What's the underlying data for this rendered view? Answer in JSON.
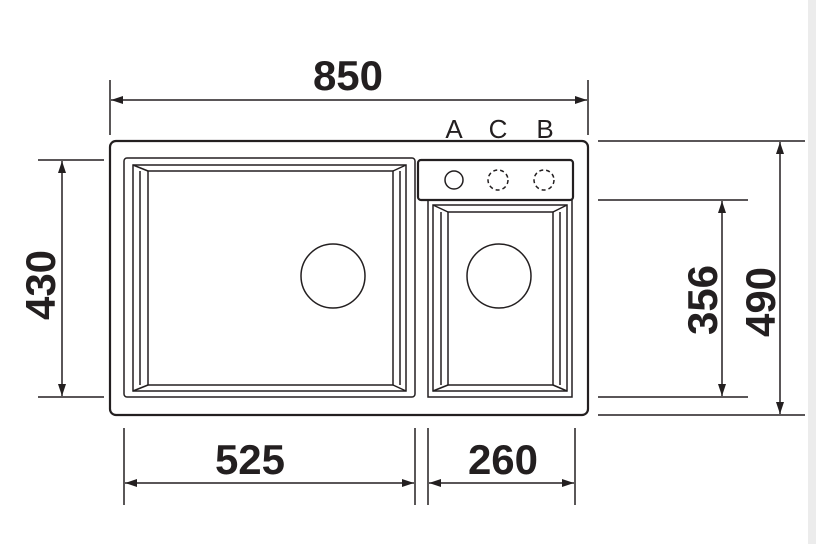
{
  "dimensions": {
    "overall_width": "850",
    "overall_depth_inner": "430",
    "small_bowl_depth": "356",
    "overall_depth": "490",
    "large_bowl_width": "525",
    "small_bowl_width": "260"
  },
  "tap_holes": {
    "labels": [
      "A",
      "C",
      "B"
    ]
  }
}
